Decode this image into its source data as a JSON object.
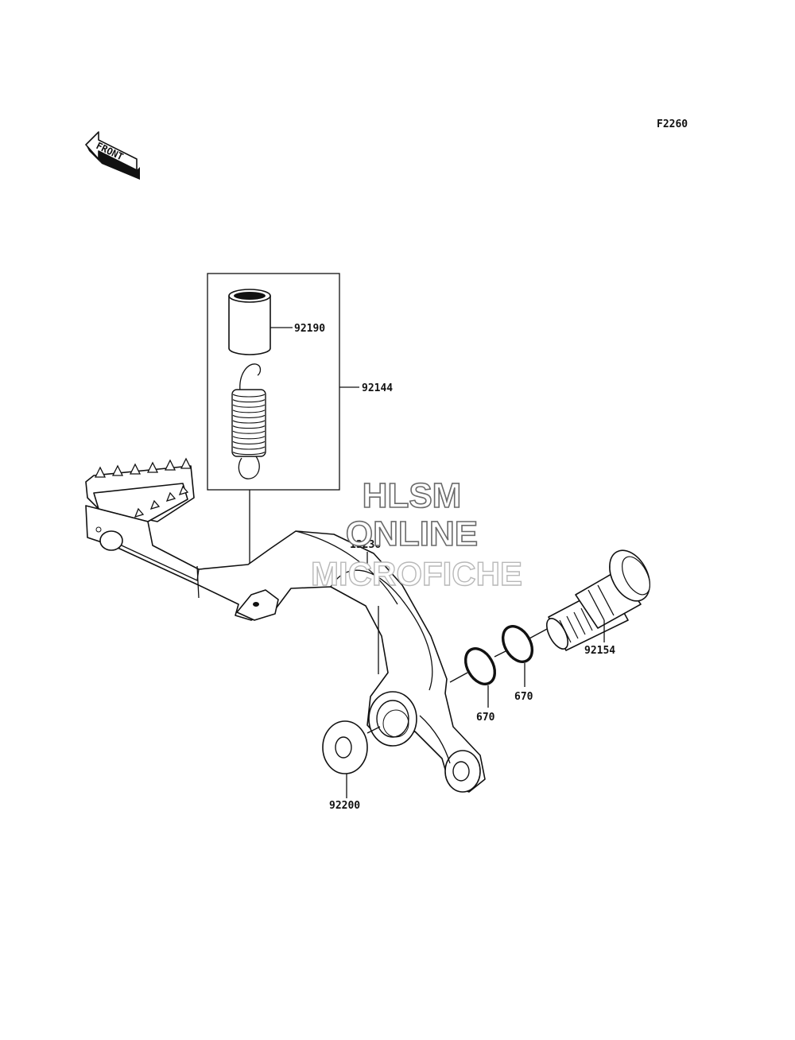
{
  "diagram_code": "F2260",
  "front_arrow_label": "FRONT",
  "watermark": {
    "line1": "HLSM",
    "line2": "ONLINE",
    "line3": "MICROFICHE"
  },
  "parts": {
    "sleeve": "92190",
    "spring_assy": "92144",
    "brake_pedal": "13236",
    "shaft": "92154",
    "o_ring_inner": "670",
    "o_ring_outer": "670",
    "washer": "92200"
  }
}
